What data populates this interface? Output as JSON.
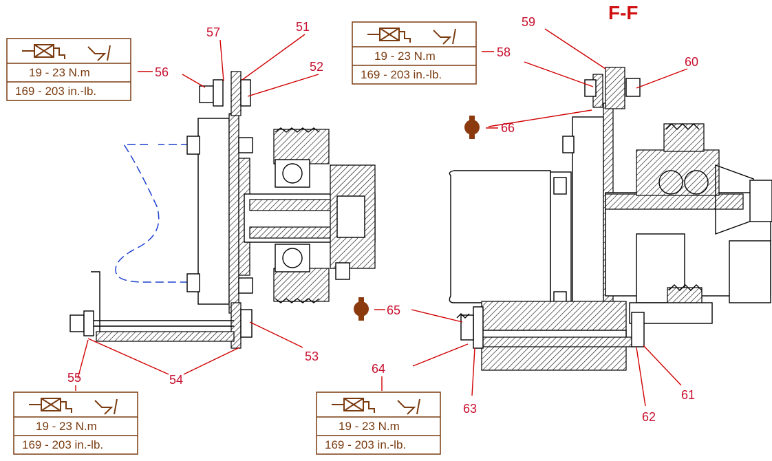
{
  "section_title": "F-F",
  "callouts": [
    "51",
    "52",
    "53",
    "54",
    "55",
    "56",
    "57",
    "58",
    "59",
    "60",
    "61",
    "62",
    "63",
    "64",
    "65",
    "66"
  ],
  "torque_boxes": [
    {
      "id": "56",
      "nm": "19 - 23 N.m",
      "inlb": "169 - 203 in.-lb."
    },
    {
      "id": "58",
      "nm": "19 - 23 N.m",
      "inlb": "169 - 203 in.-lb."
    },
    {
      "id": "55",
      "nm": "19 - 23 N.m",
      "inlb": "169 - 203 in.-lb."
    },
    {
      "id": "64",
      "nm": "19 - 23 N.m",
      "inlb": "169 - 203 in.-lb."
    }
  ],
  "icons": {
    "no_impact_wrench": "no-impact-wrench-icon",
    "torque_tighten": "torque-tighten-icon",
    "grease_point": "grease-point-icon"
  },
  "colors": {
    "callout": "#c8102e",
    "box": "#7a3b10",
    "grease": "#8b3a0e",
    "hidden_line": "#1c3fd1"
  }
}
